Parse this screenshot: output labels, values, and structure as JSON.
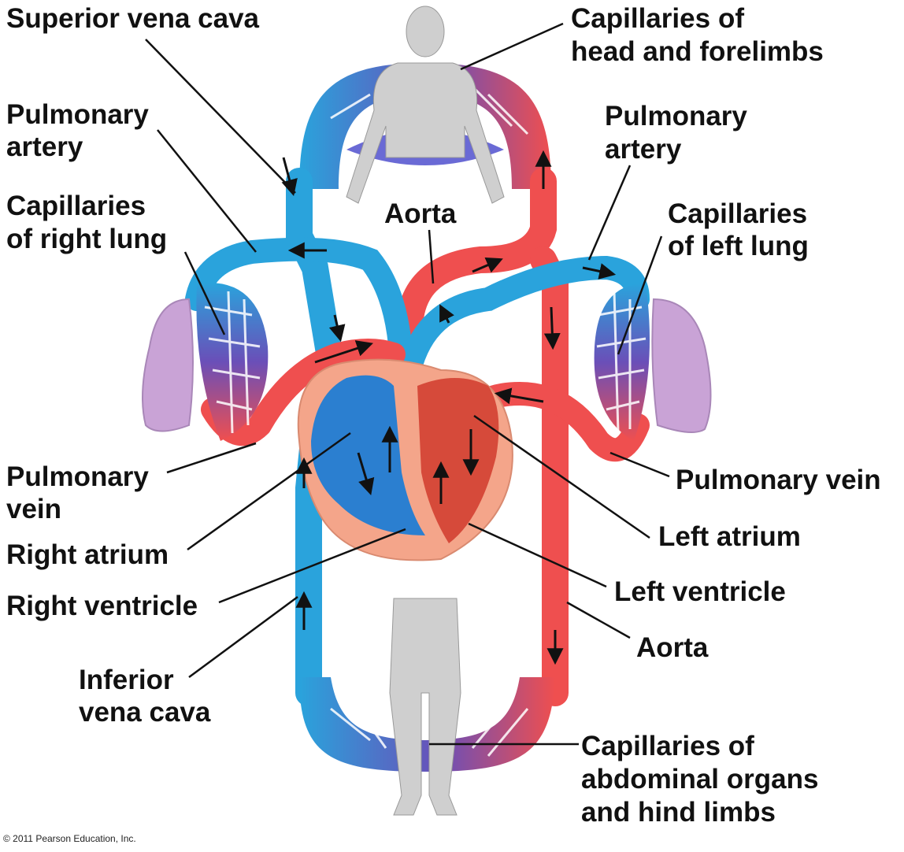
{
  "labels": {
    "superior_vena_cava": "Superior vena cava",
    "capillaries_head_line1": "Capillaries",
    "capillaries_head_line2": "of",
    "capillaries_head_line3": "head and forelimbs",
    "pulmonary_artery_left_line1": "Pulmonary",
    "pulmonary_artery_left_line2": "artery",
    "pulmonary_artery_right_line1": "Pulmonary",
    "pulmonary_artery_right_line2": "artery",
    "capillaries_right_lung_line1": "Capillaries",
    "capillaries_right_lung_line2": "of right lung",
    "aorta_top": "Aorta",
    "capillaries_left_lung_line1": "Capillaries",
    "capillaries_left_lung_line2": "of left lung",
    "pulmonary_vein_left_line1": "Pulmonary",
    "pulmonary_vein_left_line2": "vein",
    "pulmonary_vein_right": "Pulmonary vein",
    "right_atrium": "Right atrium",
    "left_atrium": "Left atrium",
    "right_ventricle": "Right ventricle",
    "left_ventricle": "Left ventricle",
    "aorta_bottom": "Aorta",
    "inferior_vena_cava_line1": "Inferior",
    "inferior_vena_cava_line2": "vena cava",
    "capillaries_abdominal_line1": "Capillaries of",
    "capillaries_abdominal_line2": "abdominal organs",
    "capillaries_abdominal_line3": "and hind limbs"
  },
  "copyright": "© 2011 Pearson Education, Inc.",
  "colors": {
    "deoxygenated_blood": "#2aa3dc",
    "oxygenated_blood": "#ef4f4f",
    "capillary_mix": "#7a4fb0",
    "lung_tissue": "#c9a3d6",
    "body_silhouette": "#cfcfcf",
    "heart_tissue": "#f4a58a",
    "leader_line": "#111111"
  }
}
